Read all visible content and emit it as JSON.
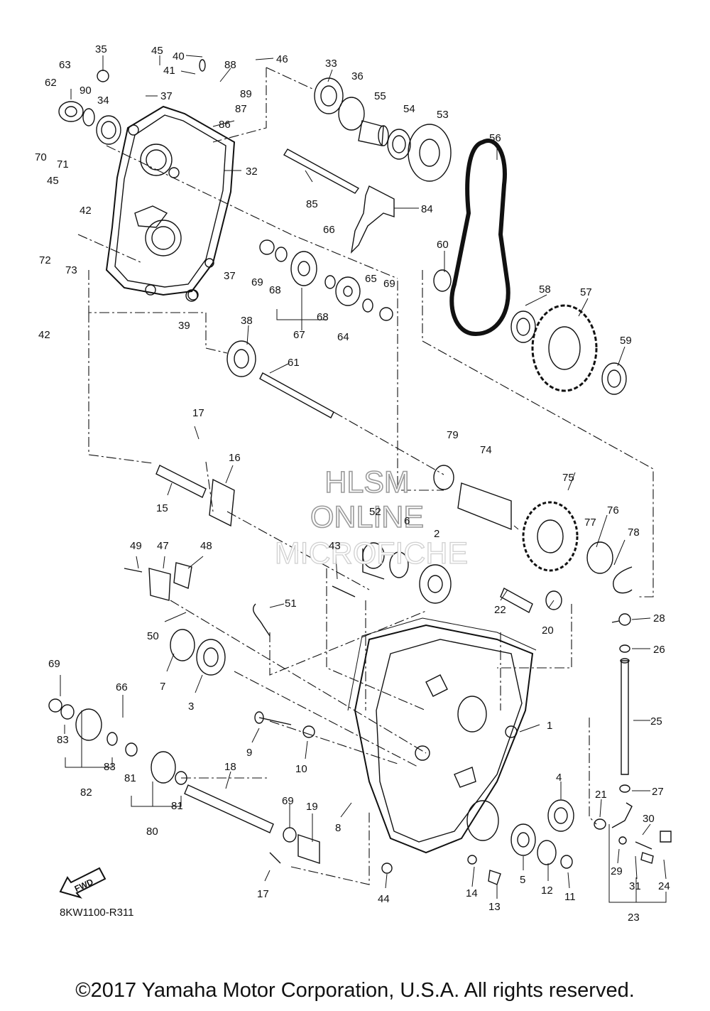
{
  "diagram": {
    "callouts": [
      "63",
      "35",
      "45",
      "40",
      "41",
      "88",
      "46",
      "33",
      "62",
      "90",
      "34",
      "37",
      "89",
      "87",
      "86",
      "36",
      "55",
      "54",
      "53",
      "70",
      "71",
      "32",
      "56",
      "45",
      "42",
      "85",
      "84",
      "72",
      "73",
      "66",
      "60",
      "69",
      "68",
      "37",
      "65",
      "69",
      "58",
      "57",
      "42",
      "39",
      "67",
      "68",
      "64",
      "38",
      "59",
      "61",
      "17",
      "79",
      "74",
      "16",
      "15",
      "75",
      "76",
      "52",
      "6",
      "2",
      "77",
      "78",
      "49",
      "47",
      "48",
      "43",
      "51",
      "22",
      "20",
      "28",
      "50",
      "26",
      "7",
      "3",
      "69",
      "66",
      "1",
      "25",
      "83",
      "9",
      "18",
      "10",
      "83",
      "82",
      "81",
      "81",
      "80",
      "21",
      "27",
      "4",
      "69",
      "19",
      "8",
      "30",
      "29",
      "17",
      "44",
      "14",
      "5",
      "12",
      "11",
      "31",
      "24",
      "13",
      "23"
    ],
    "watermark": [
      "HLSM",
      "ONLINE",
      "MICROFICHE"
    ],
    "fwd_label": "FWD",
    "reference": "8KW1100-R311"
  },
  "footer": {
    "copyright": "©2017 Yamaha Motor Corporation, U.S.A. All rights reserved."
  }
}
